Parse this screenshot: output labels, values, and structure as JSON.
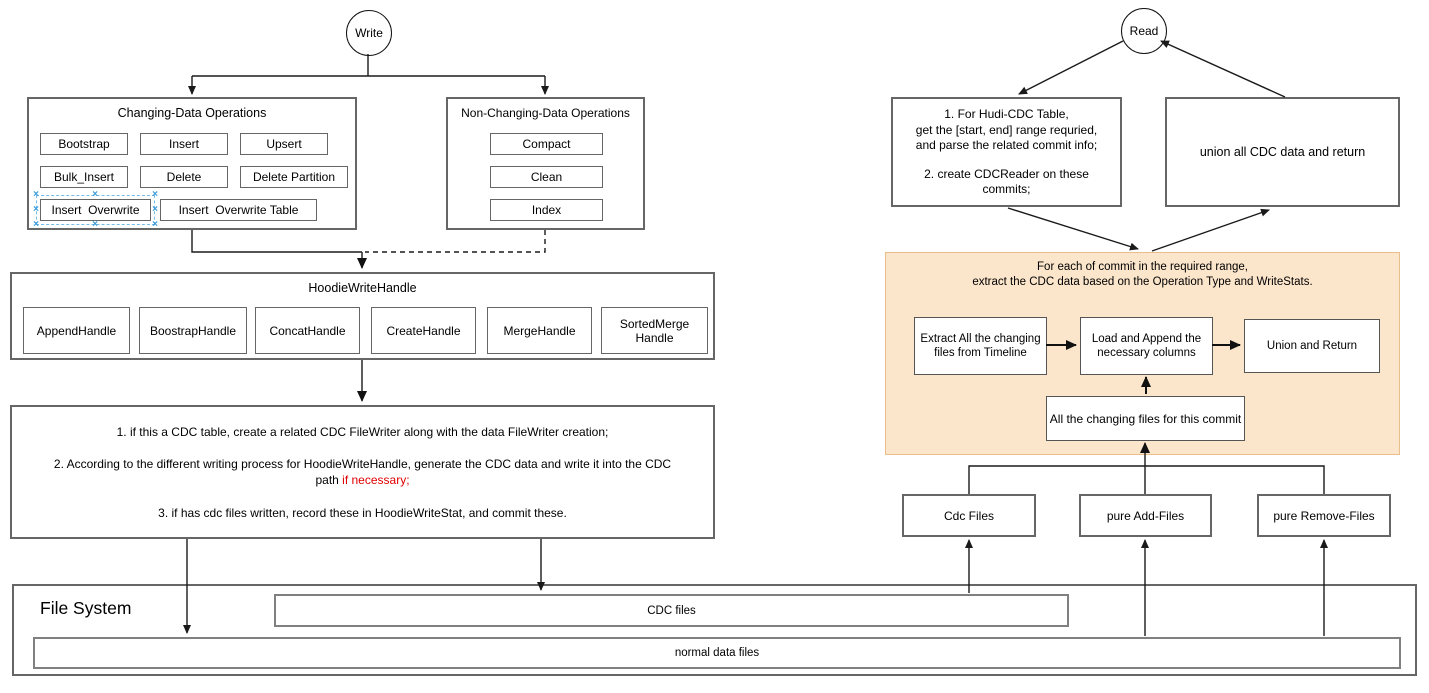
{
  "ui": {
    "selection_handle_glyph": "×"
  },
  "colors": {
    "node_border": "#666666",
    "orange_fill": "#fbe5cb",
    "orange_border": "#e9be8a",
    "red_text": "#e00000",
    "selection_blue": "#74bdea",
    "connector": "#1a1a1a"
  },
  "write_flow": {
    "start_label": "Write",
    "changing": {
      "title": "Changing-Data Operations",
      "buttons": [
        "Bootstrap",
        "Insert",
        "Upsert",
        "Bulk_Insert",
        "Delete",
        "Delete Partition",
        "Insert  Overwrite",
        "Insert  Overwrite Table"
      ]
    },
    "non_changing": {
      "title": "Non-Changing-Data Operations",
      "buttons": [
        "Compact",
        "Clean",
        "Index"
      ]
    },
    "hoodie": {
      "title": "HoodieWriteHandle",
      "handles": [
        "AppendHandle",
        "BoostrapHandle",
        "ConcatHandle",
        "CreateHandle",
        "MergeHandle",
        "SortedMerge Handle"
      ]
    },
    "steps": {
      "line1": "1. if this a CDC table, create a related CDC FileWriter along with the data FileWriter creation;",
      "line2": "2. According to the different writing process for HoodieWriteHandle, generate the CDC data and write it into the CDC",
      "line2b_prefix": "path ",
      "line2b_red": "if necessary;",
      "line3": "3. if has cdc files written, record these in HoodieWriteStat, and commit these."
    }
  },
  "read_flow": {
    "start_label": "Read",
    "prepare_box": {
      "p1": "1. For Hudi-CDC Table,\nget the [start, end] range requried,\nand parse the related commit info;",
      "p2": "2. create CDCReader on these\ncommits;"
    },
    "union_box": "union all CDC data and return",
    "per_commit": {
      "title": "For each of commit in the required range,\nextract the CDC data based on the Operation Type and WriteStats.",
      "extract": "Extract All the changing files from Timeline",
      "load": "Load and Append the necessary columns",
      "union_return": "Union and Return",
      "all_changing": "All the changing files for this commit"
    },
    "file_groups": [
      "Cdc Files",
      "pure Add-Files",
      "pure Remove-Files"
    ]
  },
  "file_system": {
    "title": "File System",
    "cdc_files": "CDC files",
    "normal_files": "normal data files"
  }
}
